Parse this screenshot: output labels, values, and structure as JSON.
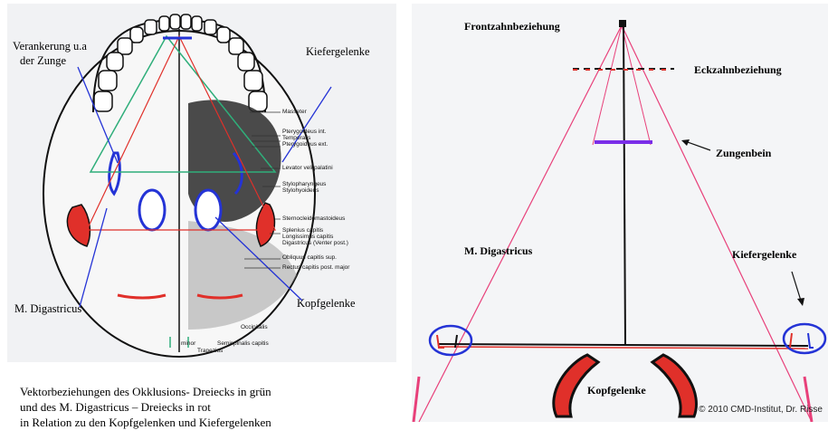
{
  "left": {
    "labels": {
      "anchoring": [
        "Verankerung u.a",
        "der Zunge"
      ],
      "tmj": "Kiefergelenke",
      "digastric": "M. Digastricus",
      "occipital_joints": "Kopfgelenke"
    },
    "muscle_labels": [
      "Masseter",
      "Pterygoideus int.",
      "Temporalis",
      "Pterygoideus ext.",
      "Levator veli palatini",
      "Stylopharyngeus",
      "Stylohyoideus",
      "Sternocleidomastoideus",
      "Splenius capitis",
      "Longissimus capitis",
      "Digastricus (Venter post.)",
      "Obliquus capitis sup.",
      "Rectus capitis post. major",
      "Occipitalis",
      "minor",
      "Semispinalis capitis",
      "Trapezius"
    ]
  },
  "caption": [
    "Vektorbeziehungen des Okklusions- Dreiecks in grün",
    "und des M. Digastricus – Dreiecks in rot",
    "in Relation zu den Kopfgelenken und Kiefergelenken"
  ],
  "right": {
    "labels": {
      "incisor": "Frontzahnbeziehung",
      "canine": "Eckzahnbeziehung",
      "hyoid": "Zungenbein",
      "digastric": "M. Digastricus",
      "tmj": "Kiefergelenke",
      "occipital_joints": "Kopfgelenke"
    },
    "copyright": "© 2010 CMD-Institut, Dr. Risse"
  },
  "colors": {
    "green": "#2fae7a",
    "red": "#e0302a",
    "blue": "#2433d6",
    "pink": "#e8407a",
    "purple": "#7a2ee8"
  }
}
